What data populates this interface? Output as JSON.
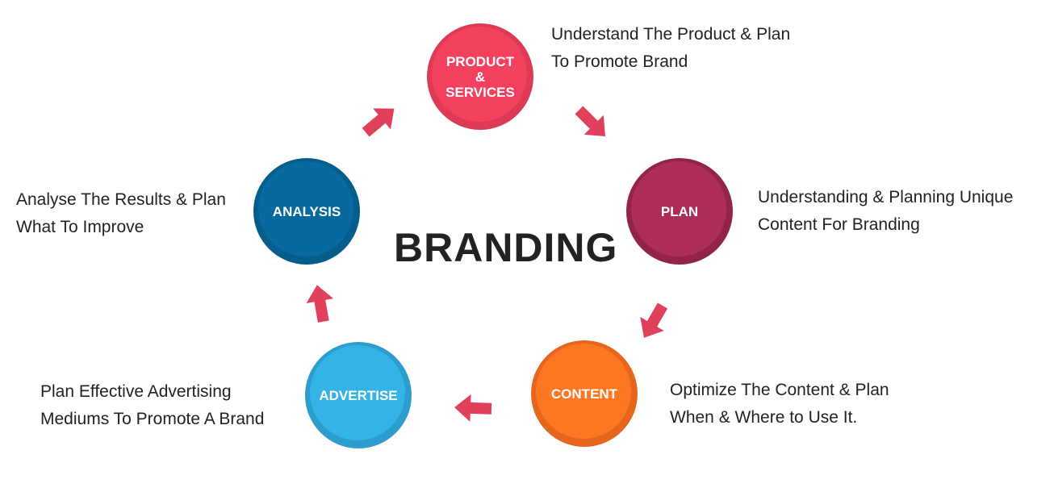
{
  "title": "BRANDING",
  "colors": {
    "arrow": "#e0405a",
    "product": "#f2415e",
    "plan": "#a52a55",
    "content": "#fb7421",
    "advertise": "#31b0e4",
    "analysis": "#066a9e"
  },
  "steps": [
    {
      "label_lines": [
        "PRODUCT",
        "&",
        "SERVICES"
      ],
      "desc_lines": [
        "Understand The Product & Plan",
        "To Promote Brand"
      ]
    },
    {
      "label_lines": [
        "PLAN"
      ],
      "desc_lines": [
        "Understanding & Planning Unique",
        "Content For Branding"
      ]
    },
    {
      "label_lines": [
        "CONTENT"
      ],
      "desc_lines": [
        "Optimize The Content & Plan",
        "When & Where to Use It."
      ]
    },
    {
      "label_lines": [
        "ADVERTISE"
      ],
      "desc_lines": [
        "Plan Effective Advertising",
        "Mediums To Promote A Brand"
      ]
    },
    {
      "label_lines": [
        "ANALYSIS"
      ],
      "desc_lines": [
        "Analyse The Results & Plan",
        "What To Improve"
      ]
    }
  ]
}
